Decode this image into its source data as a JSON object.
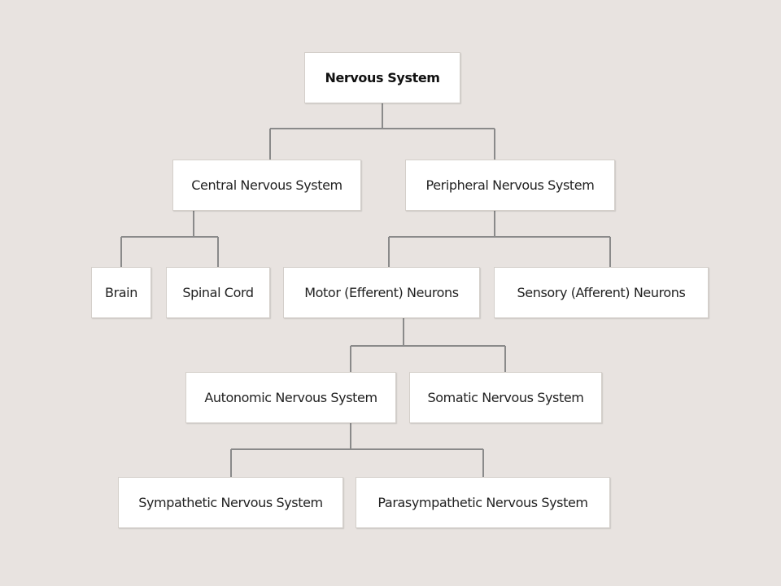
{
  "colors": {
    "background": "#e8e3e0",
    "box": "#ffffff",
    "box_border": "#d4cfca",
    "connector": "#8a8a8a",
    "text": "#222222"
  },
  "diagram": {
    "root": {
      "label": "Nervous System"
    },
    "central": {
      "label": "Central Nervous System",
      "brain": "Brain",
      "spinal_cord": "Spinal Cord"
    },
    "peripheral": {
      "label": "Peripheral Nervous System",
      "motor": "Motor (Efferent) Neurons",
      "sensory": "Sensory (Afferent) Neurons",
      "autonomic": "Autonomic Nervous System",
      "somatic": "Somatic Nervous System",
      "sympathetic": "Sympathetic Nervous System",
      "parasympathetic": "Parasympathetic Nervous System"
    }
  }
}
